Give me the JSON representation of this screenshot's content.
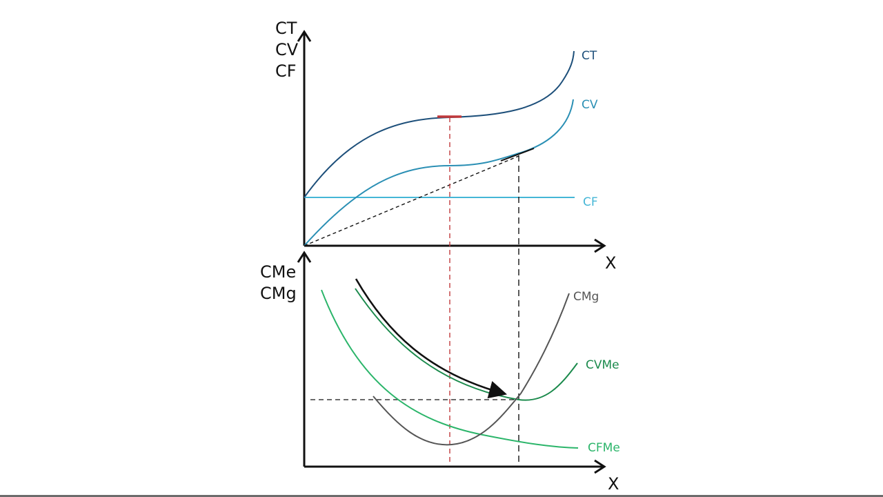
{
  "top_panel": {
    "y_axis_labels": [
      "CT",
      "CV",
      "CF"
    ],
    "x_axis_label": "X",
    "curves": [
      {
        "key": "ct",
        "label": "CT",
        "color": "#1d4f7a"
      },
      {
        "key": "cv",
        "label": "CV",
        "color": "#2a8fb4"
      },
      {
        "key": "cf",
        "label": "CF",
        "color": "#45b6d6"
      }
    ]
  },
  "bottom_panel": {
    "y_axis_labels": [
      "CMe",
      "CMg"
    ],
    "x_axis_label": "X",
    "curves": [
      {
        "key": "cmg",
        "label": "CMg",
        "color": "#555555"
      },
      {
        "key": "cvme",
        "label": "CVMe",
        "color": "#1b8a4c"
      },
      {
        "key": "cfme",
        "label": "CFMe",
        "color": "#2bb56a"
      }
    ]
  },
  "colors": {
    "axes": "#111111",
    "inflection_guide": "#c0393b",
    "tangent_guide": "#111111",
    "arrow": "#111111"
  }
}
